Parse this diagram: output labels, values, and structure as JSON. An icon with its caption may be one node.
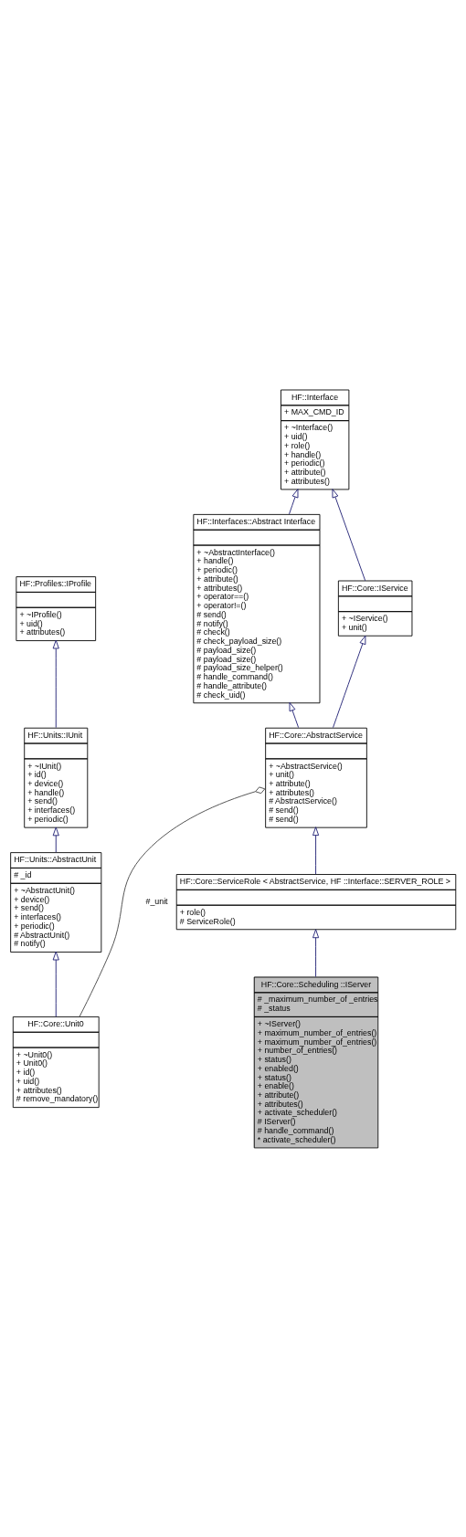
{
  "diagram": {
    "nodes": [
      {
        "text": [
          "HF::Profiles::IProfile",
          "+ ~IProfile() + uid() + attributes()"
        ]
      },
      {
        "text": [
          "HF::Units::IUnit",
          "+ ~IUnit() + id() + device() + handle() + send() + interfaces() + periodic()"
        ]
      },
      {
        "text": [
          "HF::Interface",
          "+ MAX_CMD_ID",
          "+ ~Interface() + uid() + role() + handle() + periodic() + attribute() + attributes()"
        ]
      },
      {
        "text": [
          "HF::Units::AbstractUnit",
          "# _id",
          "+ ~AbstractUnit() + device() + send() + interfaces() + periodic() # AbstractUnit() # notify()"
        ]
      },
      {
        "text": [
          "HF::Interfaces::Abstract Interface",
          "+ ~AbstractInterface() + handle() + periodic() + attribute() + attributes() + operator==() + operator!=() # send() # notify() # check() # check_payload_size() # payload_size() # payload_size() # payload_size_helper() # handle_command() # handle_attribute() # check_uid()"
        ]
      },
      {
        "text": [
          "HF::Core::IService",
          "+ ~IService() + unit()"
        ]
      },
      {
        "text": [
          "HF::Core::Unit0",
          "+ ~Unit0() + Unit0() + id() + uid() + attributes() # remove_mandatory()"
        ]
      },
      {
        "text": [
          "HF::Core::AbstractService",
          "+ ~AbstractService() + unit() + attribute() + attributes() # AbstractService() # send() # send()"
        ]
      },
      {
        "text": [
          "HF::Core::ServiceRole < AbstractService, HF ::Interface::SERVER_ROLE >",
          "+ role() # ServiceRole()"
        ]
      },
      {
        "text": [
          "HF::Core::Scheduling ::IServer",
          "# _maximum_number_of _entries # _status",
          "+ ~IServer() + maximum_number_of_entries() + maximum_number_of_entries() + number_of_entries() + status() + enabled() + status() + enable() + attribute() + attributes() + activate_scheduler() # IServer() # handle_command() * activate_scheduler()"
        ]
      }
    ],
    "edges": [
      {
        "from": 1,
        "to": 0,
        "arrow": "to"
      },
      {
        "from": 3,
        "to": 1,
        "arrow": "to"
      },
      {
        "from": 4,
        "to": 2,
        "arrow": "to"
      },
      {
        "from": 5,
        "to": 2,
        "arrow": "to"
      },
      {
        "from": 6,
        "to": 3,
        "arrow": "to"
      },
      {
        "from": 7,
        "to": 5,
        "arrow": "to"
      },
      {
        "from": 7,
        "to": 4,
        "arrow": "to"
      },
      {
        "from": 6,
        "to": 7,
        "arrow": "other",
        "label": "#_unit",
        "color": "#404040"
      },
      {
        "from": 8,
        "to": 7,
        "arrow": "to"
      },
      {
        "from": 9,
        "to": 8,
        "arrow": "to"
      }
    ]
  }
}
